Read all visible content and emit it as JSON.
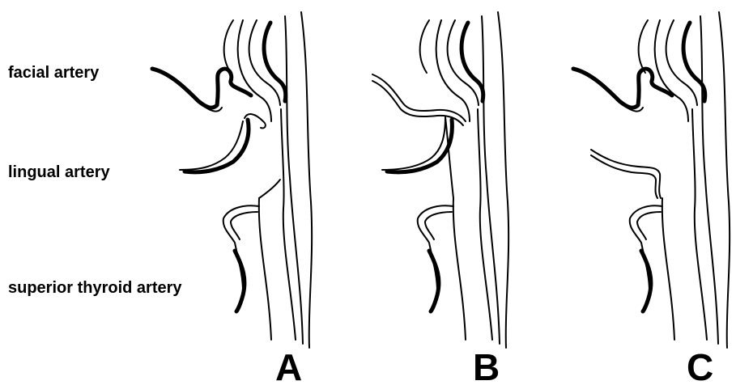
{
  "labels": {
    "facial": "facial artery",
    "lingual": "lingual artery",
    "superior_thyroid": "superior thyroid artery"
  },
  "panels": [
    "A",
    "B",
    "C"
  ],
  "colors": {
    "ink": "#000000",
    "background": "#ffffff"
  }
}
